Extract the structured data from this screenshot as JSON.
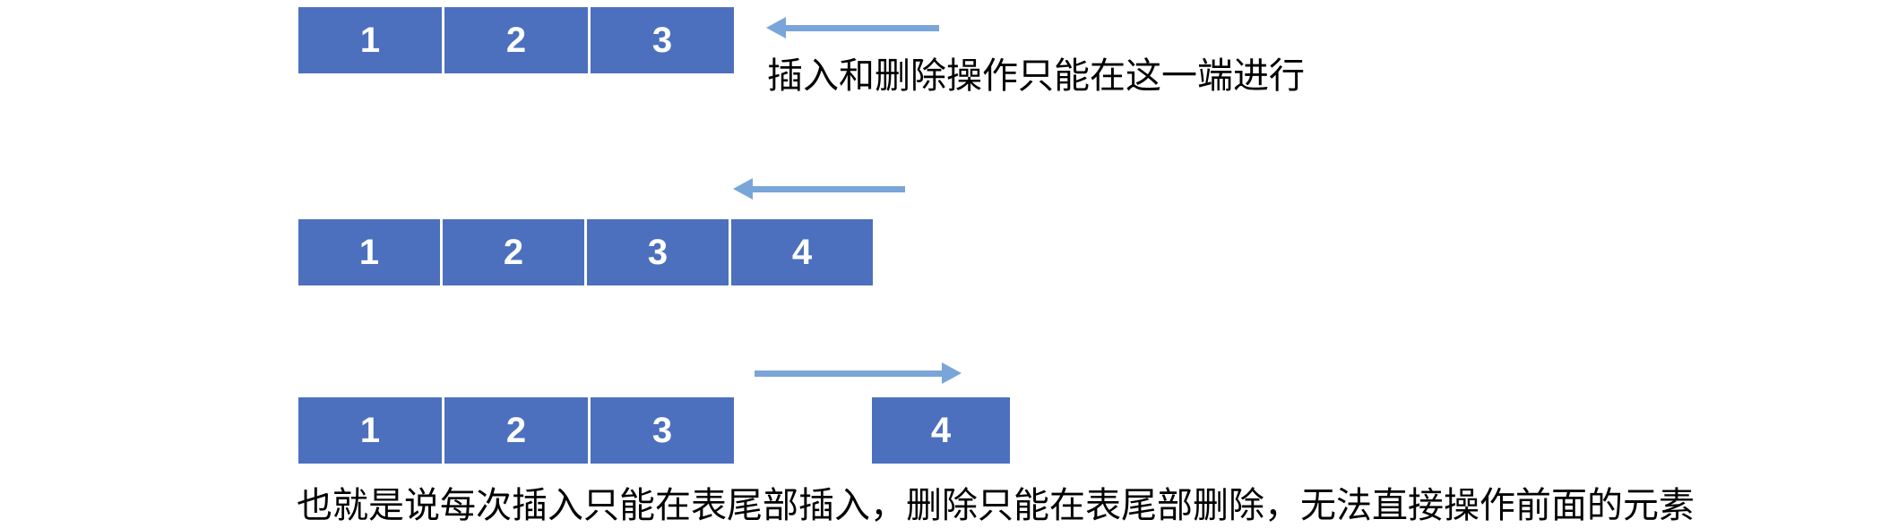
{
  "colors": {
    "background": "#FFFFFF",
    "cell_fill": "#4C70BE",
    "cell_text": "#FFFFFF",
    "arrow": "#7AA5D8",
    "text": "#000000"
  },
  "rows": [
    {
      "cells": [
        "1",
        "2",
        "3"
      ],
      "arrow_direction": "left",
      "caption": "插入和删除操作只能在这一端进行"
    },
    {
      "cells": [
        "1",
        "2",
        "3",
        "4"
      ],
      "arrow_direction": "left",
      "caption": ""
    },
    {
      "cells": [
        "1",
        "2",
        "3"
      ],
      "detached_cell": "4",
      "arrow_direction": "right",
      "caption": "也就是说每次插入只能在表尾部插入，删除只能在表尾部删除，无法直接操作前面的元素"
    }
  ]
}
